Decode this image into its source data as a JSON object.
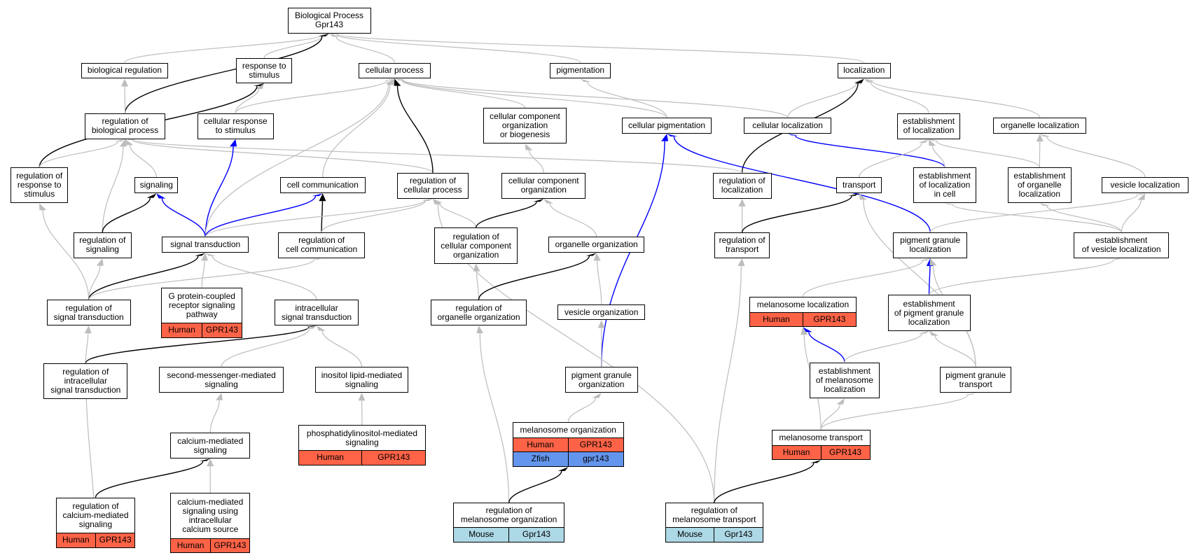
{
  "colors": {
    "gray_edge": "#bdbdbd",
    "black_edge": "#000000",
    "blue_edge": "#0000ff",
    "human": "#ff6347",
    "zfish": "#6495ed",
    "mouse": "#add8e6"
  },
  "nodes": [
    {
      "id": "bp",
      "label": "Biological Process\nGpr143"
    },
    {
      "id": "biological-regulation",
      "label": "biological regulation"
    },
    {
      "id": "response-to-stimulus",
      "label": "response to\nstimulus"
    },
    {
      "id": "cellular-process",
      "label": "cellular process"
    },
    {
      "id": "pigmentation",
      "label": "pigmentation"
    },
    {
      "id": "localization",
      "label": "localization"
    },
    {
      "id": "regulation-of-biological-process",
      "label": "regulation of\nbiological process"
    },
    {
      "id": "cellular-response-to-stimulus",
      "label": "cellular response\nto stimulus"
    },
    {
      "id": "cellular-component-organization-or-biogenesis",
      "label": "cellular component\norganization\nor biogenesis"
    },
    {
      "id": "cellular-pigmentation",
      "label": "cellular pigmentation"
    },
    {
      "id": "cellular-localization",
      "label": "cellular localization"
    },
    {
      "id": "establishment-of-localization",
      "label": "establishment\nof localization"
    },
    {
      "id": "organelle-localization",
      "label": "organelle localization"
    },
    {
      "id": "regulation-of-response-to-stimulus",
      "label": "regulation of\nresponse to\nstimulus"
    },
    {
      "id": "signaling",
      "label": "signaling"
    },
    {
      "id": "cell-communication",
      "label": "cell communication"
    },
    {
      "id": "regulation-of-cellular-process",
      "label": "regulation of\ncellular process"
    },
    {
      "id": "cellular-component-organization",
      "label": "cellular component\norganization"
    },
    {
      "id": "regulation-of-localization",
      "label": "regulation of\nlocalization"
    },
    {
      "id": "transport",
      "label": "transport"
    },
    {
      "id": "establishment-of-localization-in-cell",
      "label": "establishment\nof localization\nin cell"
    },
    {
      "id": "establishment-of-organelle-localization",
      "label": "establishment\nof organelle\nlocalization"
    },
    {
      "id": "vesicle-localization",
      "label": "vesicle localization"
    },
    {
      "id": "regulation-of-signaling",
      "label": "regulation of\nsignaling"
    },
    {
      "id": "signal-transduction",
      "label": "signal transduction"
    },
    {
      "id": "regulation-of-cell-communication",
      "label": "regulation of\ncell communication"
    },
    {
      "id": "regulation-of-cellular-component-organization",
      "label": "regulation of\ncellular component\norganization"
    },
    {
      "id": "organelle-organization",
      "label": "organelle organization"
    },
    {
      "id": "regulation-of-transport",
      "label": "regulation of\ntransport"
    },
    {
      "id": "pigment-granule-localization",
      "label": "pigment granule\nlocalization"
    },
    {
      "id": "establishment-of-vesicle-localization",
      "label": "establishment\nof vesicle localization"
    },
    {
      "id": "regulation-of-signal-transduction",
      "label": "regulation of\nsignal transduction"
    },
    {
      "id": "gpcr-signaling-pathway",
      "label": "G protein-coupled\nreceptor signaling\npathway",
      "annot": [
        [
          "Human",
          "GPR143"
        ]
      ]
    },
    {
      "id": "intracellular-signal-transduction",
      "label": "intracellular\nsignal transduction"
    },
    {
      "id": "regulation-of-organelle-organization",
      "label": "regulation of\norganelle organization"
    },
    {
      "id": "vesicle-organization",
      "label": "vesicle organization"
    },
    {
      "id": "melanosome-localization",
      "label": "melanosome localization",
      "annot": [
        [
          "Human",
          "GPR143"
        ]
      ]
    },
    {
      "id": "establishment-of-pigment-granule-localization",
      "label": "establishment\nof pigment granule\nlocalization"
    },
    {
      "id": "regulation-of-intracellular-signal-transduction",
      "label": "regulation of\nintracellular\nsignal transduction"
    },
    {
      "id": "second-messenger-mediated-signaling",
      "label": "second-messenger-mediated\nsignaling"
    },
    {
      "id": "inositol-lipid-mediated-signaling",
      "label": "inositol lipid-mediated\nsignaling"
    },
    {
      "id": "pigment-granule-organization",
      "label": "pigment granule\norganization"
    },
    {
      "id": "establishment-of-melanosome-localization",
      "label": "establishment\nof melanosome\nlocalization"
    },
    {
      "id": "pigment-granule-transport",
      "label": "pigment granule\ntransport"
    },
    {
      "id": "calcium-mediated-signaling",
      "label": "calcium-mediated\nsignaling"
    },
    {
      "id": "phosphatidylinositol-mediated-signaling",
      "label": "phosphatidylinositol-mediated\nsignaling",
      "annot": [
        [
          "Human",
          "GPR143"
        ]
      ]
    },
    {
      "id": "melanosome-organization",
      "label": "melanosome organization",
      "annot": [
        [
          "Human",
          "GPR143"
        ],
        [
          "Zfish",
          "gpr143"
        ]
      ]
    },
    {
      "id": "melanosome-transport",
      "label": "melanosome transport",
      "annot": [
        [
          "Human",
          "GPR143"
        ]
      ]
    },
    {
      "id": "regulation-of-calcium-mediated-signaling",
      "label": "regulation of\ncalcium-mediated\nsignaling",
      "annot": [
        [
          "Human",
          "GPR143"
        ]
      ]
    },
    {
      "id": "calcium-mediated-signaling-using-intracellular-calcium-source",
      "label": "calcium-mediated\nsignaling using\nintracellular\ncalcium source",
      "annot": [
        [
          "Human",
          "GPR143"
        ]
      ]
    },
    {
      "id": "regulation-of-melanosome-organization",
      "label": "regulation of\nmelanosome organization",
      "annot": [
        [
          "Mouse",
          "Gpr143"
        ]
      ]
    },
    {
      "id": "regulation-of-melanosome-transport",
      "label": "regulation of\nmelanosome transport",
      "annot": [
        [
          "Mouse",
          "Gpr143"
        ]
      ]
    }
  ],
  "edges": [
    [
      "biological-regulation",
      "bp",
      "gray"
    ],
    [
      "response-to-stimulus",
      "bp",
      "gray"
    ],
    [
      "cellular-process",
      "bp",
      "gray"
    ],
    [
      "pigmentation",
      "bp",
      "gray"
    ],
    [
      "localization",
      "bp",
      "gray"
    ],
    [
      "regulation-of-biological-process",
      "bp",
      "black"
    ],
    [
      "regulation-of-biological-process",
      "biological-regulation",
      "gray"
    ],
    [
      "cellular-response-to-stimulus",
      "response-to-stimulus",
      "gray"
    ],
    [
      "regulation-of-response-to-stimulus",
      "response-to-stimulus",
      "black"
    ],
    [
      "cellular-response-to-stimulus",
      "cellular-process",
      "gray"
    ],
    [
      "cellular-component-organization-or-biogenesis",
      "cellular-process",
      "gray"
    ],
    [
      "cellular-pigmentation",
      "cellular-process",
      "gray"
    ],
    [
      "cellular-localization",
      "cellular-process",
      "gray"
    ],
    [
      "cellular-pigmentation",
      "pigmentation",
      "gray"
    ],
    [
      "cellular-localization",
      "localization",
      "gray"
    ],
    [
      "establishment-of-localization",
      "localization",
      "gray"
    ],
    [
      "organelle-localization",
      "localization",
      "gray"
    ],
    [
      "regulation-of-localization",
      "localization",
      "black"
    ],
    [
      "regulation-of-response-to-stimulus",
      "regulation-of-biological-process",
      "gray"
    ],
    [
      "signaling",
      "regulation-of-biological-process",
      "gray"
    ],
    [
      "regulation-of-signaling",
      "regulation-of-biological-process",
      "gray"
    ],
    [
      "regulation-of-cellular-process",
      "regulation-of-biological-process",
      "gray"
    ],
    [
      "regulation-of-localization",
      "regulation-of-biological-process",
      "gray"
    ],
    [
      "signal-transduction",
      "cellular-response-to-stimulus",
      "blue"
    ],
    [
      "signal-transduction",
      "cellular-process",
      "gray"
    ],
    [
      "cell-communication",
      "cellular-process",
      "gray"
    ],
    [
      "regulation-of-cellular-process",
      "cellular-process",
      "black"
    ],
    [
      "cellular-component-organization",
      "cellular-component-organization-or-biogenesis",
      "gray"
    ],
    [
      "pigment-granule-organization",
      "cellular-pigmentation",
      "blue"
    ],
    [
      "pigment-granule-localization",
      "cellular-pigmentation",
      "blue"
    ],
    [
      "establishment-of-localization-in-cell",
      "cellular-localization",
      "blue"
    ],
    [
      "transport",
      "establishment-of-localization",
      "gray"
    ],
    [
      "establishment-of-localization-in-cell",
      "establishment-of-localization",
      "gray"
    ],
    [
      "establishment-of-organelle-localization",
      "establishment-of-localization",
      "gray"
    ],
    [
      "establishment-of-organelle-localization",
      "organelle-localization",
      "gray"
    ],
    [
      "vesicle-localization",
      "organelle-localization",
      "gray"
    ],
    [
      "signal-transduction",
      "signaling",
      "blue"
    ],
    [
      "regulation-of-signaling",
      "signaling",
      "black"
    ],
    [
      "signal-transduction",
      "cell-communication",
      "blue"
    ],
    [
      "regulation-of-cell-communication",
      "cell-communication",
      "black"
    ],
    [
      "signal-transduction",
      "regulation-of-cellular-process",
      "gray"
    ],
    [
      "regulation-of-cell-communication",
      "regulation-of-cellular-process",
      "gray"
    ],
    [
      "regulation-of-cellular-component-organization",
      "regulation-of-cellular-process",
      "gray"
    ],
    [
      "regulation-of-melanosome-transport",
      "regulation-of-cellular-process",
      "gray"
    ],
    [
      "regulation-of-cellular-component-organization",
      "cellular-component-organization",
      "black"
    ],
    [
      "organelle-organization",
      "cellular-component-organization",
      "gray"
    ],
    [
      "regulation-of-transport",
      "regulation-of-localization",
      "gray"
    ],
    [
      "regulation-of-transport",
      "transport",
      "black"
    ],
    [
      "pigment-granule-transport",
      "transport",
      "gray"
    ],
    [
      "establishment-of-vesicle-localization",
      "establishment-of-localization-in-cell",
      "gray"
    ],
    [
      "establishment-of-vesicle-localization",
      "establishment-of-organelle-localization",
      "gray"
    ],
    [
      "establishment-of-vesicle-localization",
      "vesicle-localization",
      "gray"
    ],
    [
      "pigment-granule-localization",
      "vesicle-localization",
      "gray"
    ],
    [
      "regulation-of-signal-transduction",
      "regulation-of-response-to-stimulus",
      "gray"
    ],
    [
      "regulation-of-signal-transduction",
      "regulation-of-signaling",
      "gray"
    ],
    [
      "gpcr-signaling-pathway",
      "signal-transduction",
      "gray"
    ],
    [
      "intracellular-signal-transduction",
      "signal-transduction",
      "gray"
    ],
    [
      "regulation-of-signal-transduction",
      "signal-transduction",
      "black"
    ],
    [
      "regulation-of-signal-transduction",
      "regulation-of-cell-communication",
      "gray"
    ],
    [
      "regulation-of-organelle-organization",
      "regulation-of-cellular-component-organization",
      "gray"
    ],
    [
      "regulation-of-organelle-organization",
      "organelle-organization",
      "black"
    ],
    [
      "vesicle-organization",
      "organelle-organization",
      "gray"
    ],
    [
      "regulation-of-melanosome-transport",
      "regulation-of-transport",
      "gray"
    ],
    [
      "melanosome-localization",
      "pigment-granule-localization",
      "gray"
    ],
    [
      "establishment-of-pigment-granule-localization",
      "pigment-granule-localization",
      "blue"
    ],
    [
      "pigment-granule-transport",
      "pigment-granule-localization",
      "gray"
    ],
    [
      "establishment-of-pigment-granule-localization",
      "establishment-of-vesicle-localization",
      "gray"
    ],
    [
      "regulation-of-intracellular-signal-transduction",
      "regulation-of-signal-transduction",
      "gray"
    ],
    [
      "regulation-of-intracellular-signal-transduction",
      "intracellular-signal-transduction",
      "black"
    ],
    [
      "second-messenger-mediated-signaling",
      "intracellular-signal-transduction",
      "gray"
    ],
    [
      "inositol-lipid-mediated-signaling",
      "intracellular-signal-transduction",
      "gray"
    ],
    [
      "regulation-of-melanosome-organization",
      "regulation-of-organelle-organization",
      "gray"
    ],
    [
      "pigment-granule-organization",
      "vesicle-organization",
      "gray"
    ],
    [
      "establishment-of-melanosome-localization",
      "melanosome-localization",
      "blue"
    ],
    [
      "melanosome-transport",
      "melanosome-localization",
      "gray"
    ],
    [
      "establishment-of-melanosome-localization",
      "establishment-of-pigment-granule-localization",
      "gray"
    ],
    [
      "pigment-granule-transport",
      "establishment-of-pigment-granule-localization",
      "gray"
    ],
    [
      "calcium-mediated-signaling",
      "second-messenger-mediated-signaling",
      "gray"
    ],
    [
      "phosphatidylinositol-mediated-signaling",
      "inositol-lipid-mediated-signaling",
      "gray"
    ],
    [
      "melanosome-organization",
      "pigment-granule-organization",
      "gray"
    ],
    [
      "melanosome-transport",
      "establishment-of-melanosome-localization",
      "gray"
    ],
    [
      "melanosome-transport",
      "pigment-granule-transport",
      "gray"
    ],
    [
      "calcium-mediated-signaling-using-intracellular-calcium-source",
      "calcium-mediated-signaling",
      "gray"
    ],
    [
      "regulation-of-intracellular-signal-transduction",
      "regulation-of-calcium-mediated-signaling",
      "gray"
    ],
    [
      "regulation-of-calcium-mediated-signaling",
      "calcium-mediated-signaling",
      "black"
    ],
    [
      "regulation-of-melanosome-organization",
      "melanosome-organization",
      "black"
    ],
    [
      "regulation-of-melanosome-transport",
      "melanosome-transport",
      "black"
    ]
  ]
}
